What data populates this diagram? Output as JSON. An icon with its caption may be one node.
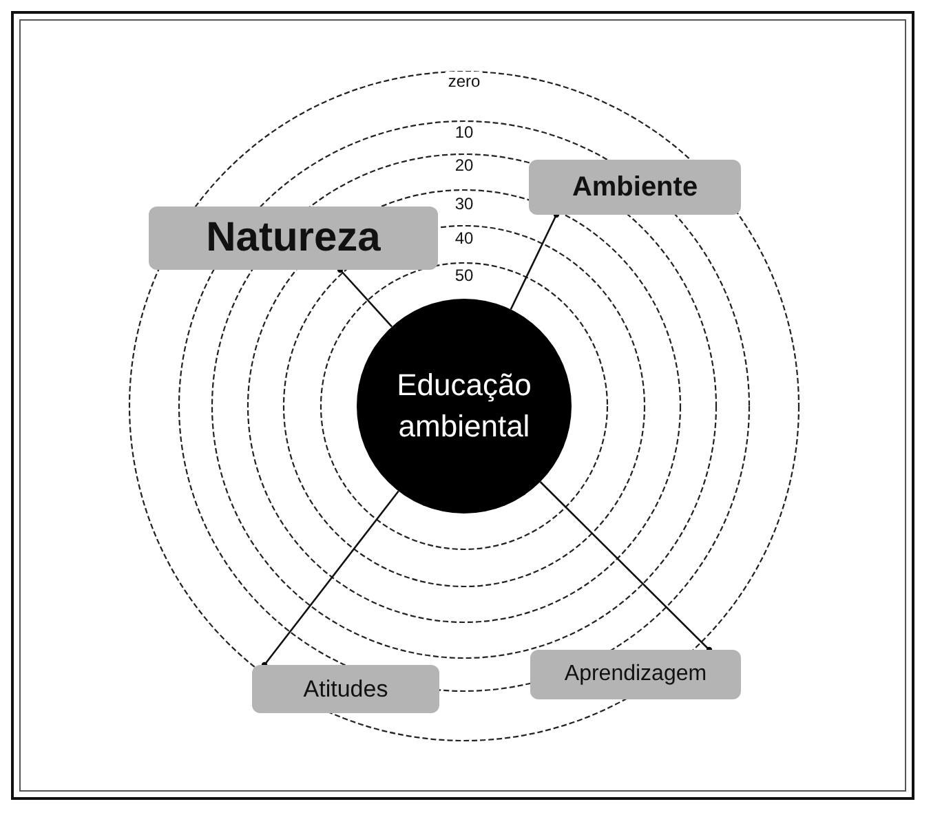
{
  "diagram": {
    "nodes": [
      {
        "text": [
          "Natureza"
        ]
      },
      {
        "text": [
          "Ambiente"
        ]
      },
      {
        "text": [
          "Educação ambiental"
        ]
      },
      {
        "text": [
          "Atitudes"
        ]
      },
      {
        "text": [
          "Aprendizagem"
        ]
      }
    ],
    "edges": [
      {
        "from": 2,
        "to": 0,
        "arrow": "other"
      },
      {
        "from": 2,
        "to": 1,
        "arrow": "other"
      },
      {
        "from": 2,
        "to": 3,
        "arrow": "other"
      },
      {
        "from": 2,
        "to": 4,
        "arrow": "other"
      }
    ],
    "labels": [
      "zero",
      "10",
      "20",
      "30",
      "40",
      "50"
    ]
  }
}
